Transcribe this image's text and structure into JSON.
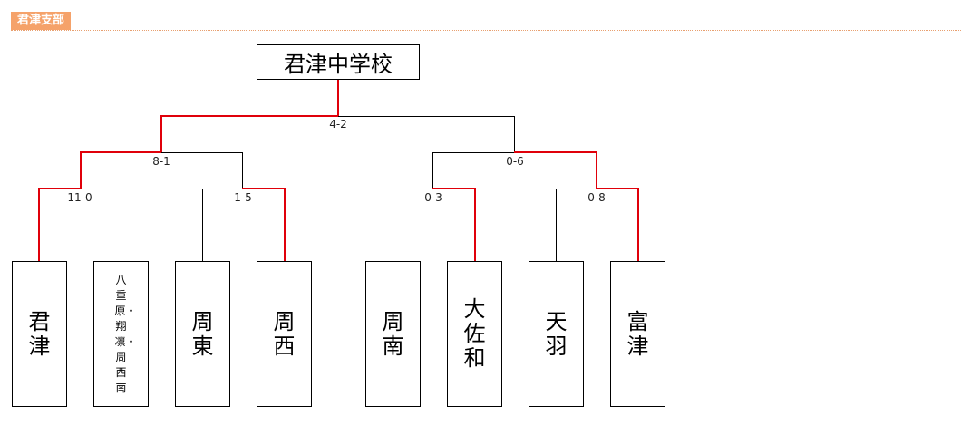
{
  "section": {
    "label": "君津支部"
  },
  "champion": "君津中学校",
  "teams": [
    "君津",
    "八重原・翔凛・周西南",
    "周東",
    "周西",
    "周南",
    "大佐和",
    "天羽",
    "富津"
  ],
  "scores": {
    "final": "4-2",
    "semi_left": "8-1",
    "semi_right": "0-6",
    "qf1": "11-0",
    "qf2": "1-5",
    "qf3": "0-3",
    "qf4": "0-8"
  }
}
